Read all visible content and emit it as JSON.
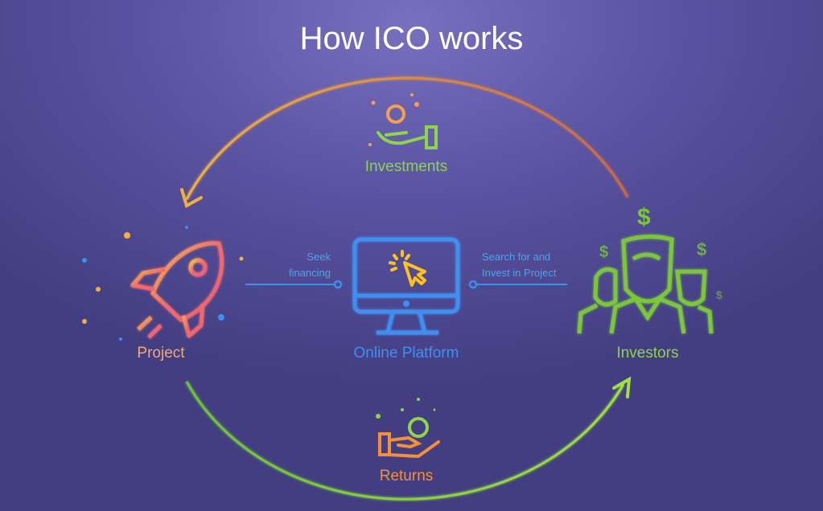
{
  "title": "How ICO works",
  "nodes": {
    "project": "Project",
    "platform": "Online Platform",
    "investors": "Investors",
    "investments": "Investments",
    "returns": "Returns"
  },
  "connectors": {
    "seek": [
      "Seek",
      "financing"
    ],
    "search": [
      "Search for and",
      "Invest in Project"
    ]
  },
  "colors": {
    "project": "#f0a97a",
    "platform": "#3f8ff0",
    "investors": "#8fd44a",
    "cursor": "#ffc21a",
    "arc_top_start": "#f0a040",
    "arc_top_end": "#d5704a"
  },
  "icons": [
    "rocket-icon",
    "monitor-icon",
    "cursor-icon",
    "investors-icon",
    "dollar-icon",
    "hand-coin-icon"
  ]
}
